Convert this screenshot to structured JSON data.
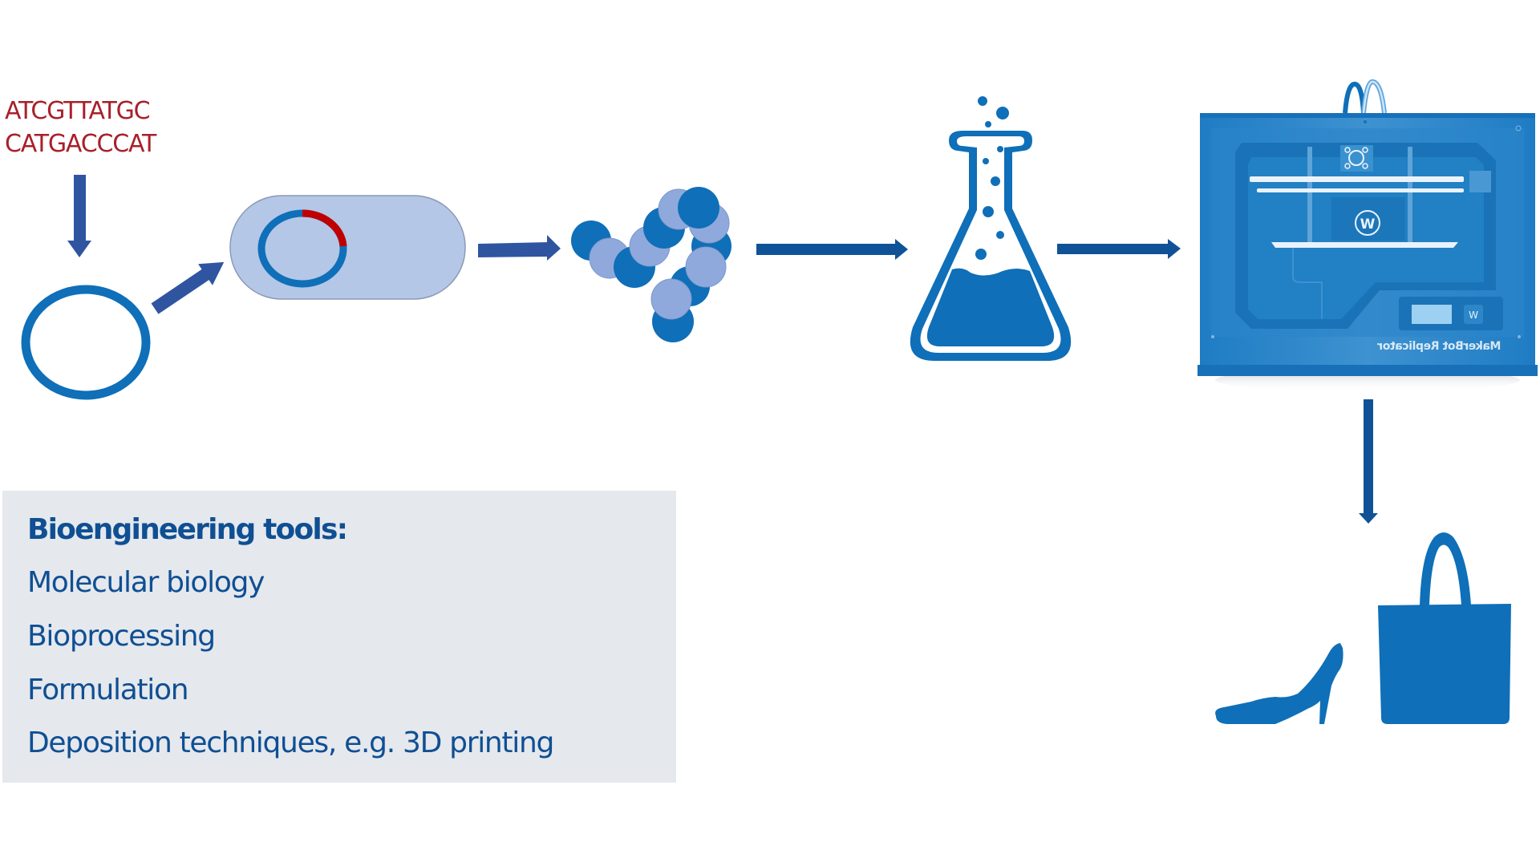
{
  "dna_sequence": {
    "line1": "ATCGTTATGC",
    "line2": "CATGACCCAT",
    "color": "#A8202A"
  },
  "process_steps": [
    {
      "id": "dna-sequence",
      "icon": "dna-sequence-text"
    },
    {
      "id": "plasmid",
      "icon": "plasmid-ring-icon"
    },
    {
      "id": "host-cell",
      "icon": "cell-with-plasmid-icon"
    },
    {
      "id": "protein",
      "icon": "protein-chain-icon"
    },
    {
      "id": "bioprocessing",
      "icon": "flask-icon"
    },
    {
      "id": "3d-printer",
      "icon": "3d-printer-icon"
    },
    {
      "id": "products",
      "icon": "shoe-and-bag-icon"
    }
  ],
  "printer": {
    "label": "MakerBot Replicator"
  },
  "tools_box": {
    "heading": "Bioengineering tools:",
    "items": [
      "Molecular biology",
      "Bioprocessing",
      "Formulation",
      "Deposition techniques, e.g. 3D printing"
    ]
  },
  "colors": {
    "primary_blue": "#0F6FB8",
    "arrow_navy": "#2F55A0",
    "arrow_dark": "#0F5297",
    "light_blue": "#8FA9DC",
    "cell_fill": "#B4C7E7",
    "insert_red": "#C00000",
    "box_bg": "#E5E8ED",
    "text_blue": "#0F4F93"
  }
}
